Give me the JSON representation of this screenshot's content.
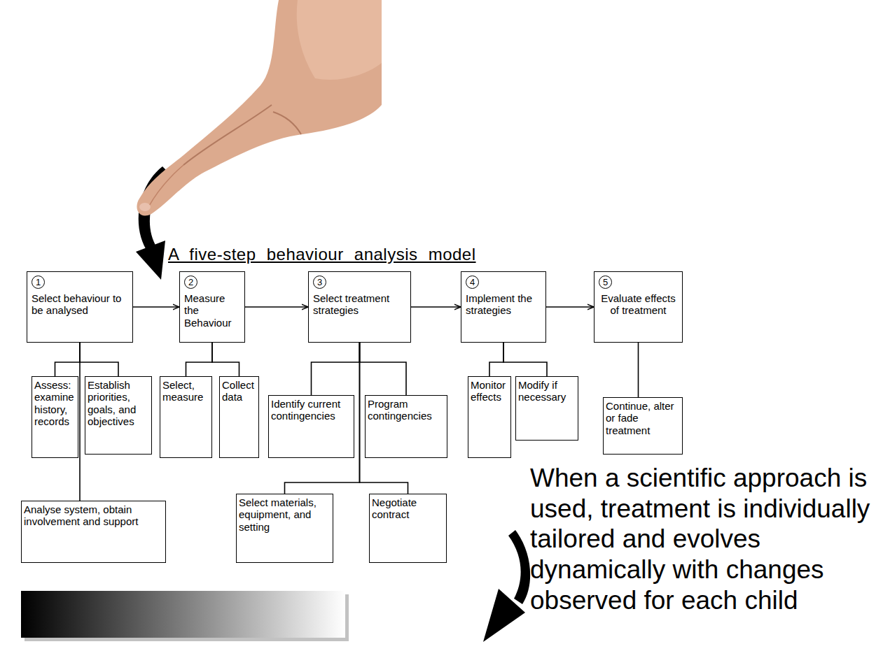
{
  "diagram": {
    "title": "A five-step behaviour analysis model",
    "nodes": [
      {
        "text": [
          "1",
          "Select behaviour to be analysed"
        ]
      },
      {
        "text": [
          "2",
          "Measure the Behaviour"
        ]
      },
      {
        "text": [
          "3",
          "Select treatment strategies"
        ]
      },
      {
        "text": [
          "4",
          "Implement the strategies"
        ]
      },
      {
        "text": [
          "5",
          "Evaluate effects of treatment"
        ]
      },
      {
        "text": [
          "Assess: examine history, records"
        ]
      },
      {
        "text": [
          "Establish priorities, goals, and objectives"
        ]
      },
      {
        "text": [
          "Select, measure"
        ]
      },
      {
        "text": [
          "Collect data"
        ]
      },
      {
        "text": [
          "Identify current contingencies"
        ]
      },
      {
        "text": [
          "Program contingencies"
        ]
      },
      {
        "text": [
          "Monitor effects"
        ]
      },
      {
        "text": [
          "Modify if necessary"
        ]
      },
      {
        "text": [
          "Continue, alter or fade treatment"
        ]
      },
      {
        "text": [
          "Analyse system, obtain involvement and support"
        ]
      },
      {
        "text": [
          "Select materials, equipment, and setting"
        ]
      },
      {
        "text": [
          "Negotiate contract"
        ]
      }
    ],
    "edges": [
      {
        "from": 0,
        "to": 1,
        "arrow": "to"
      },
      {
        "from": 1,
        "to": 2,
        "arrow": "to"
      },
      {
        "from": 2,
        "to": 3,
        "arrow": "to"
      },
      {
        "from": 3,
        "to": 4,
        "arrow": "to"
      },
      {
        "from": 0,
        "to": 5,
        "arrow": "none"
      },
      {
        "from": 0,
        "to": 6,
        "arrow": "none"
      },
      {
        "from": 0,
        "to": 14,
        "arrow": "none"
      },
      {
        "from": 1,
        "to": 7,
        "arrow": "none"
      },
      {
        "from": 1,
        "to": 8,
        "arrow": "none"
      },
      {
        "from": 2,
        "to": 9,
        "arrow": "none"
      },
      {
        "from": 2,
        "to": 10,
        "arrow": "none"
      },
      {
        "from": 2,
        "to": 15,
        "arrow": "none"
      },
      {
        "from": 2,
        "to": 16,
        "arrow": "none"
      },
      {
        "from": 3,
        "to": 11,
        "arrow": "none"
      },
      {
        "from": 3,
        "to": 12,
        "arrow": "none"
      },
      {
        "from": 4,
        "to": 13,
        "arrow": "none"
      }
    ],
    "labels": [
      "When a scientific approach is used, treatment is individually tailored and evolves dynamically with changes observed for each child"
    ]
  }
}
